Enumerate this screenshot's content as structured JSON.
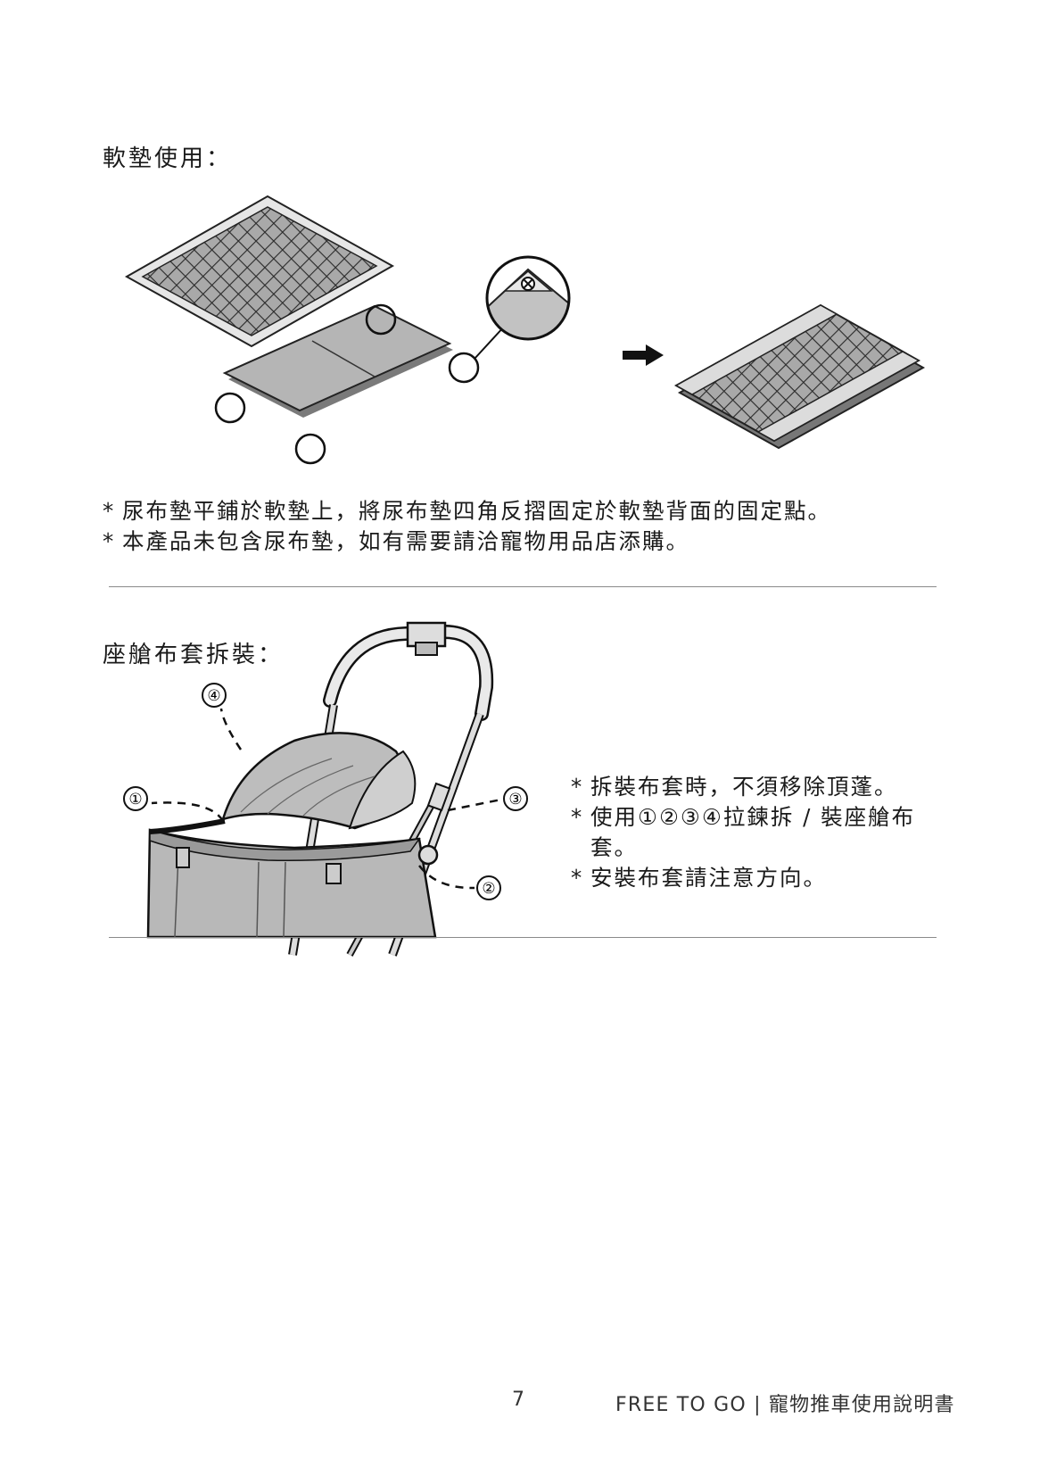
{
  "section1": {
    "heading": "軟墊使用：",
    "notes": [
      {
        "bullet": "*",
        "text": "尿布墊平鋪於軟墊上，將尿布墊四角反摺固定於軟墊背面的固定點。"
      },
      {
        "bullet": "*",
        "text": "本產品未包含尿布墊，如有需要請洽寵物用品店添購。"
      }
    ]
  },
  "section2": {
    "heading": "座艙布套拆裝：",
    "callouts": [
      "①",
      "②",
      "③",
      "④"
    ],
    "notes": [
      {
        "bullet": "*",
        "text": "拆裝布套時，不須移除頂蓬。"
      },
      {
        "bullet": "*",
        "text": "使用①②③④拉鍊拆 / 裝座艙布套。"
      },
      {
        "bullet": "*",
        "text": "安裝布套請注意方向。"
      }
    ]
  },
  "footer": {
    "page_number": "7",
    "brand": "FREE TO GO",
    "separator": "|",
    "manual_title": "寵物推車使用說明書"
  }
}
